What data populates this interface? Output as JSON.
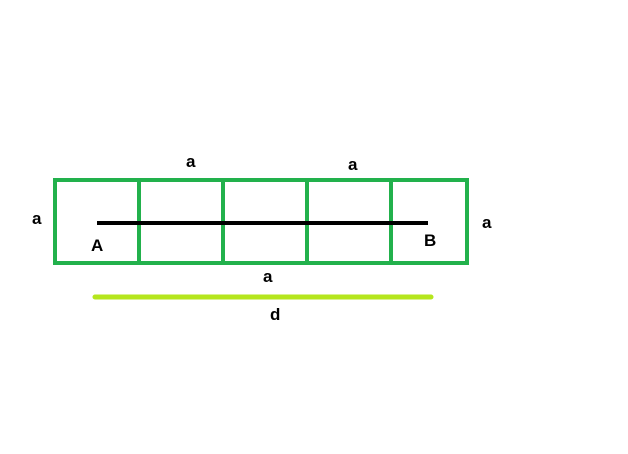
{
  "diagram": {
    "colors": {
      "grid": "#22b14c",
      "segment": "#000000",
      "distance": "#b5e61d",
      "text": "#000000"
    },
    "squares_count": 5,
    "labels": {
      "side_left": "a",
      "side_right": "a",
      "top_1": "a",
      "top_2": "a",
      "bottom": "a",
      "point_a": "A",
      "point_b": "B",
      "distance": "d"
    }
  }
}
